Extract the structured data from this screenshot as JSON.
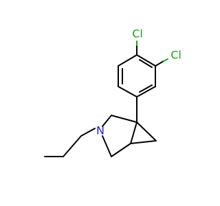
{
  "molecule": {
    "atoms": {
      "cl_top": {
        "symbol": "Cl"
      },
      "cl_right": {
        "symbol": "Cl"
      },
      "nitrogen": {
        "symbol": "N"
      }
    },
    "colors": {
      "bond": "#000000",
      "chlorine": "#1fa01f",
      "nitrogen": "#2020e0",
      "background": "#ffffff"
    }
  }
}
